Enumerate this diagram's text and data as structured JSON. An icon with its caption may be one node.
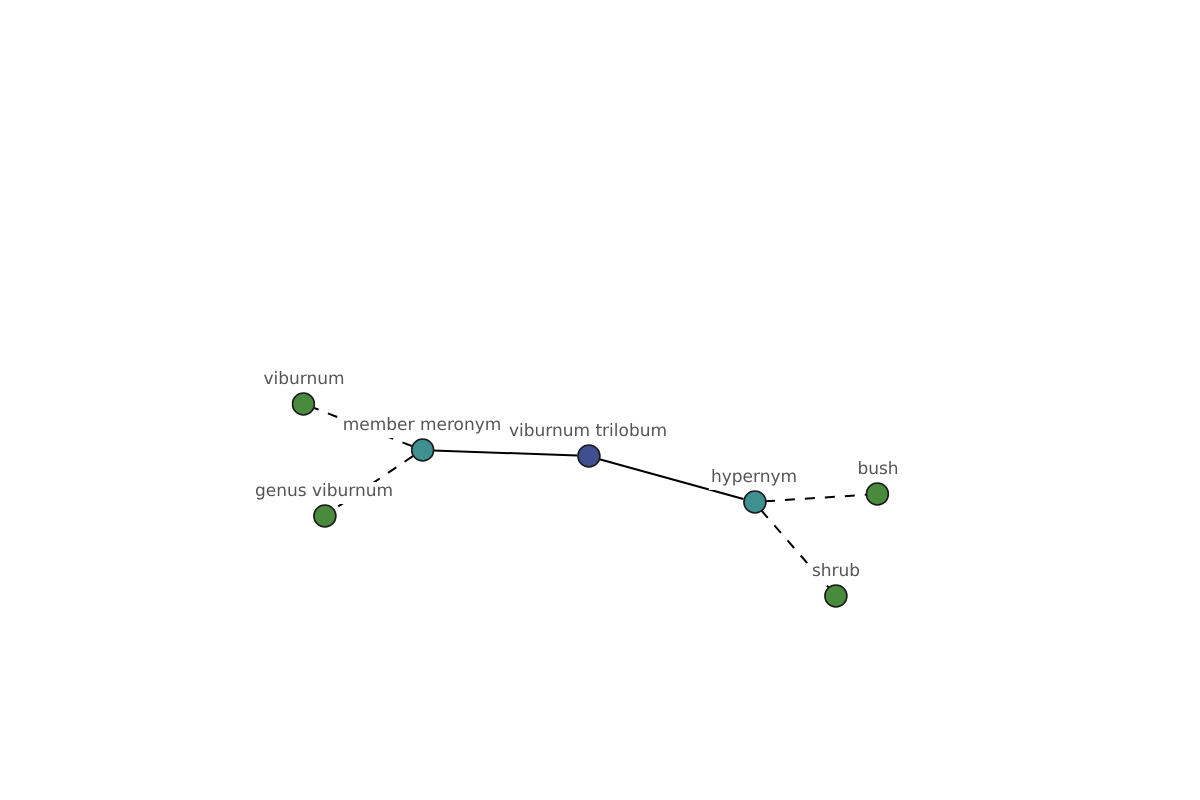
{
  "diagram": {
    "nodes": [
      {
        "text": [
          "viburnum"
        ]
      },
      {
        "text": [
          "member meronym"
        ]
      },
      {
        "text": [
          "viburnum trilobum"
        ]
      },
      {
        "text": [
          "hypernym"
        ]
      },
      {
        "text": [
          "bush"
        ]
      },
      {
        "text": [
          "genus viburnum"
        ]
      },
      {
        "text": [
          "shrub"
        ]
      }
    ],
    "edges": [
      {
        "from": 2,
        "to": 1,
        "arrow": "none"
      },
      {
        "from": 2,
        "to": 3,
        "arrow": "none"
      },
      {
        "from": 1,
        "to": 0,
        "arrow": "none",
        "style": "dashed"
      },
      {
        "from": 1,
        "to": 5,
        "arrow": "none",
        "style": "dashed"
      },
      {
        "from": 3,
        "to": 4,
        "arrow": "none",
        "style": "dashed"
      },
      {
        "from": 3,
        "to": 6,
        "arrow": "none",
        "style": "dashed"
      }
    ]
  }
}
